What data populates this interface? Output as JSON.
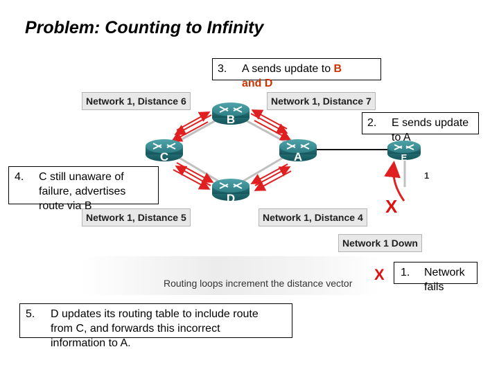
{
  "title": "Problem: Counting to Infinity",
  "callouts": {
    "step3": {
      "num": "3.",
      "text": "A sends update to ",
      "highlight1": "B",
      "highlight2": "and D"
    },
    "step2": {
      "num": "2.",
      "line1": "E sends update",
      "line2": "to A"
    },
    "step4": {
      "num": "4.",
      "line1": "C still unaware of",
      "line2": "failure, advertises",
      "line3": "route via B"
    },
    "step1": {
      "num": "1.",
      "line1": "Network",
      "line2": "fails"
    },
    "step5": {
      "num": "5.",
      "line1": "D updates its routing table to include route",
      "line2": "from C, and forwards this incorrect",
      "line3": "information to A."
    }
  },
  "labels": {
    "b_table": "Network 1, Distance 6",
    "a_table": "Network 1, Distance 7",
    "c_table": "Network 1, Distance 5",
    "d_table": "Network 1, Distance 4",
    "down": "Network 1 Down"
  },
  "routers": {
    "b": "B",
    "a": "A",
    "c": "C",
    "d": "D",
    "e": "E"
  },
  "link_label": "1",
  "failure_marks": {
    "small": "X",
    "large": "X"
  },
  "caption": "Routing loops increment the distance vector",
  "colors": {
    "accent_red": "#cc3300",
    "router_teal": "#2e7f85",
    "arrow_red": "#e02020",
    "failure_red": "#e01010"
  },
  "icons": [
    "router-icon",
    "arrow-icon",
    "failure-x-icon"
  ]
}
